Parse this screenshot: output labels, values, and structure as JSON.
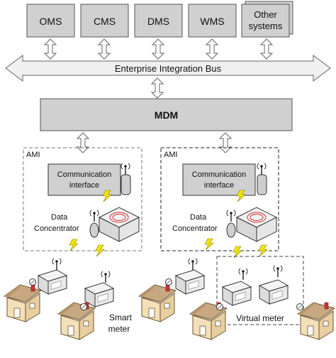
{
  "systems": [
    "OMS",
    "CMS",
    "DMS",
    "WMS"
  ],
  "other_systems": [
    "Other",
    "systems"
  ],
  "bus_label": "Enterprise Integration Bus",
  "mdm_label": "MDM",
  "ami_left": {
    "title": "AMI",
    "comm_interface": [
      "Communication",
      "interface"
    ],
    "data_concentrator": [
      "Data",
      "Concentrator"
    ]
  },
  "ami_right": {
    "title": "AMI",
    "comm_interface": [
      "Communication",
      "interface"
    ],
    "data_concentrator": [
      "Data",
      "Concentrator"
    ]
  },
  "smart_meter_label": [
    "Smart",
    "meter"
  ],
  "virtual_meter_label": "Virtual meter",
  "colors": {
    "box_fill": "#d0d0d0",
    "box_stroke": "#555555",
    "lightning": "#f2e600",
    "house_wall": "#f3dfb8",
    "house_roof": "#c8a880",
    "chimney": "#cc3333",
    "meter_face": "#eeeeee",
    "concentrator_ring": "#d03030"
  }
}
